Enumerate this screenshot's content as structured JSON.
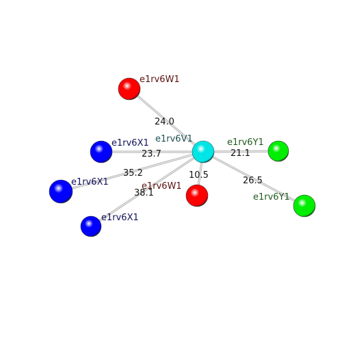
{
  "center": {
    "label": "e1rv6V1",
    "color": "#00e5e5",
    "label_color": "#1f4f4f"
  },
  "nodes": [
    {
      "id": "w1_top",
      "label": "e1rv6W1",
      "color": "#ff0000",
      "label_color": "#5a1010",
      "distance": "24.0"
    },
    {
      "id": "x1_mid",
      "label": "e1rv6X1",
      "color": "#0000ff",
      "label_color": "#10105a",
      "distance": "23.7"
    },
    {
      "id": "x1_left",
      "label": "e1rv6X1",
      "color": "#0000ff",
      "label_color": "#10105a",
      "distance": "35.2"
    },
    {
      "id": "x1_low",
      "label": "e1rv6X1",
      "color": "#0000ff",
      "label_color": "#10105a",
      "distance": "38.1"
    },
    {
      "id": "w1_low",
      "label": "e1rv6W1",
      "color": "#ff0000",
      "label_color": "#5a1010",
      "distance": "10.5"
    },
    {
      "id": "y1_near",
      "label": "e1rv6Y1",
      "color": "#00ee00",
      "label_color": "#1f5a1f",
      "distance": "21.1"
    },
    {
      "id": "y1_far",
      "label": "e1rv6Y1",
      "color": "#00ee00",
      "label_color": "#1f5a1f",
      "distance": "26.5"
    }
  ]
}
